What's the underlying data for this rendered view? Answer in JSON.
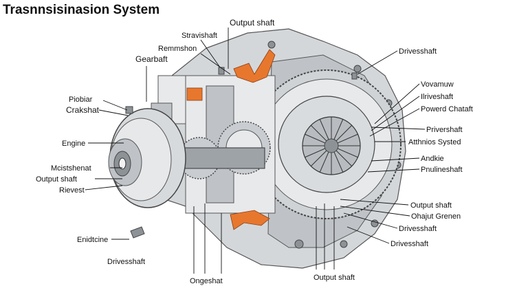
{
  "title": "Trasnnsisinasion System",
  "colors": {
    "casing": "#d4d7da",
    "accent": "#e8772e",
    "ink": "#111111"
  },
  "labels": {
    "output_shaft_top": "Output shaft",
    "stravishaft": "Stravishaft",
    "remmshon": "Remmshon",
    "gearbaft": "Gearbaft",
    "piobiar": "Piobiar",
    "crakshat": "Crakshat",
    "engine": "Engine",
    "mcistshenat": "Mcistshenat",
    "output_shaft_left": "Output shaft",
    "rievest": "Rievest",
    "enidtcine": "Enidtcine",
    "drivesshaft_bottom_left": "Drivesshaft",
    "ongeshat": "Ongeshat",
    "output_shaft_bottom": "Output shaft",
    "drivesshaft_top_right": "Drivesshaft",
    "vovamuw": "Vovamuw",
    "ilriveshaft": "Ilriveshaft",
    "powerd_chataft": "Powerd Chataft",
    "privershaft": "Privershaft",
    "atthnios_systed": "Atthnios Systed",
    "andkie": "Andkie",
    "pnulineshaft": "Pnulineshaft",
    "output_shaft_right": "Output shaft",
    "ohajut_grenen": "Ohajut Grenen",
    "drivesshaft_right1": "Drivesshaft",
    "drivesshaft_right2": "Drivesshaft"
  }
}
